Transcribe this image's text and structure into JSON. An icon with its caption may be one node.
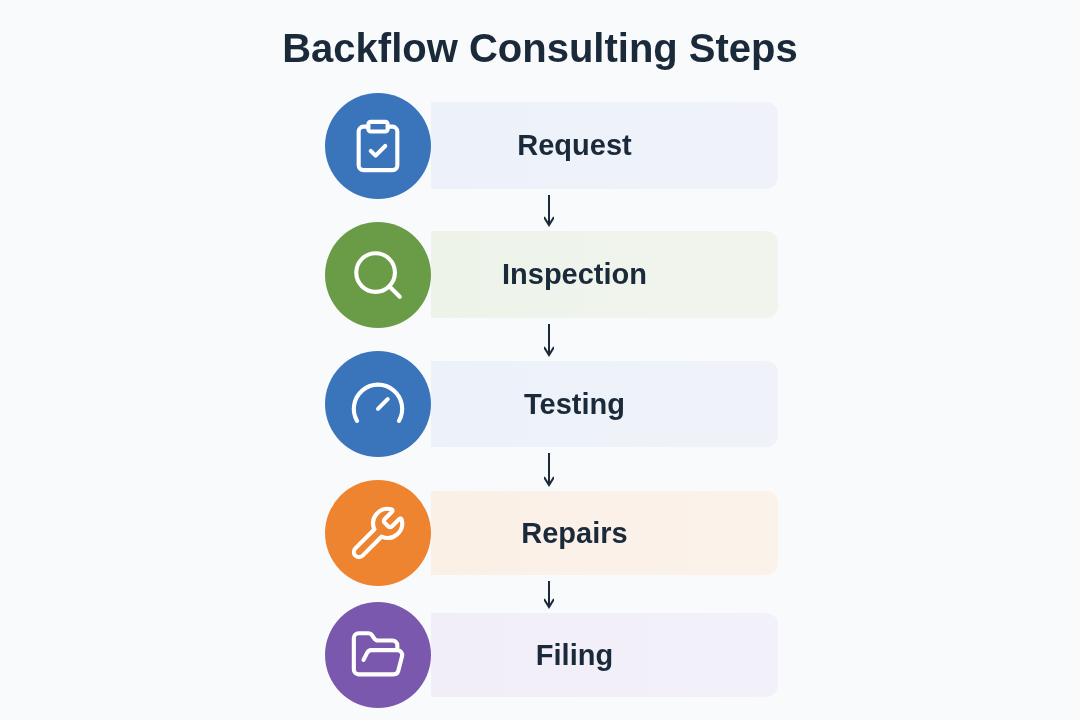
{
  "diagram": {
    "title": "Backflow Consulting Steps",
    "nodes": [
      {
        "text": [
          "Request"
        ]
      },
      {
        "text": [
          "Inspection"
        ]
      },
      {
        "text": [
          "Testing"
        ]
      },
      {
        "text": [
          "Repairs"
        ]
      },
      {
        "text": [
          "Filing"
        ]
      }
    ],
    "edges": [
      {
        "from": 0,
        "to": 1,
        "arrow": "to"
      },
      {
        "from": 1,
        "to": 2,
        "arrow": "to"
      },
      {
        "from": 2,
        "to": 3,
        "arrow": "to"
      },
      {
        "from": 3,
        "to": 4,
        "arrow": "to"
      }
    ]
  }
}
